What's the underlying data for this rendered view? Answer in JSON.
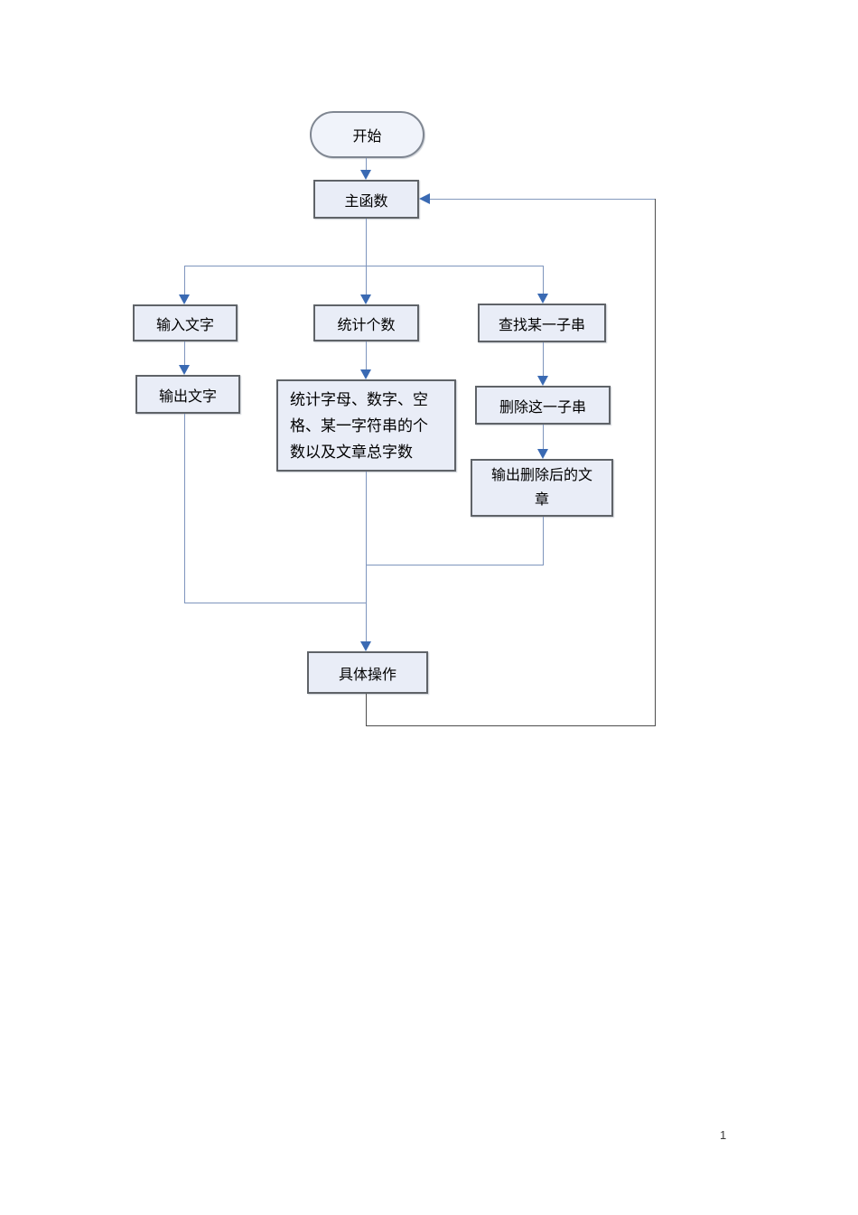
{
  "page": {
    "number": "1"
  },
  "colors": {
    "node_fill": "#e9edf7",
    "node_border": "#5f6368",
    "stadium_fill": "#f0f3fa",
    "line_blue": "#7e95bd",
    "arrow_blue": "#3a6ab3",
    "line_dark": "#4d4d4d"
  },
  "flowchart": {
    "nodes": {
      "start": "开始",
      "main": "主函数",
      "input_text": "输入文字",
      "count": "统计个数",
      "find_substring": "查找某一子串",
      "output_text": "输出文字",
      "count_detail": "统计字母、数字、空\n格、某一字符串的个\n数以及文章总字数",
      "delete_substring": "删除这一子串",
      "output_deleted": "输出删除后的文\n章",
      "operation": "具体操作"
    }
  }
}
